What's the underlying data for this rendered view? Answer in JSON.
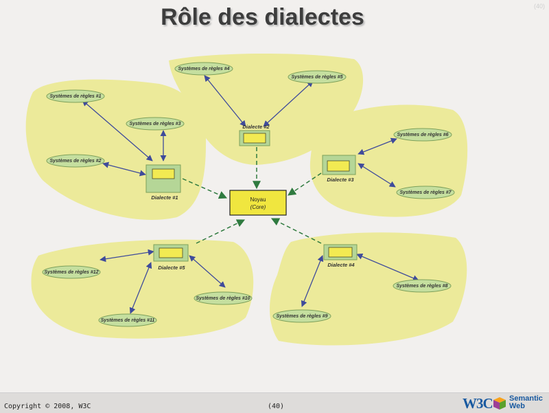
{
  "title": "Rôle des dialectes",
  "page_number_top": "(40)",
  "core": {
    "label": "Noyau",
    "sublabel": "(Core)"
  },
  "dialects": [
    {
      "id": "d1",
      "label": "Dialecte #1"
    },
    {
      "id": "d2",
      "label": "Dialecte #2"
    },
    {
      "id": "d3",
      "label": "Dialecte #3"
    },
    {
      "id": "d4",
      "label": "Dialecte #4"
    },
    {
      "id": "d5",
      "label": "Dialecte #5"
    }
  ],
  "rule_systems": [
    {
      "label": "Systèmes de règles #1",
      "dialect": "d1"
    },
    {
      "label": "Systèmes de règles #2",
      "dialect": "d1"
    },
    {
      "label": "Systèmes de règles #3",
      "dialect": "d1"
    },
    {
      "label": "Systèmes de règles #4",
      "dialect": "d2"
    },
    {
      "label": "Systèmes de règles #5",
      "dialect": "d2"
    },
    {
      "label": "Systèmes de règles #6",
      "dialect": "d3"
    },
    {
      "label": "Systèmes de règles #7",
      "dialect": "d3"
    },
    {
      "label": "Systèmes de règles #8",
      "dialect": "d4"
    },
    {
      "label": "Systèmes de règles #9",
      "dialect": "d4"
    },
    {
      "label": "Systèmes de règles #10",
      "dialect": "d5"
    },
    {
      "label": "Systèmes de règles #11",
      "dialect": "d5"
    },
    {
      "label": "Systèmes de règles #12",
      "dialect": "d5"
    }
  ],
  "colors": {
    "blob": "#ecea9a",
    "node_fill": "#c5df9f",
    "node_stroke": "#7da05a",
    "box_yellow": "#f2ea52",
    "core_fill": "#f0e63f",
    "blue_arrow": "#3f4b9b",
    "green_dash": "#2f7a3f"
  },
  "footer": {
    "copyright": "Copyright © 2008, W3C",
    "page": "(40)",
    "logo_w3c": "W3C",
    "logo_sw_line1": "Semantic",
    "logo_sw_line2": "Web"
  }
}
